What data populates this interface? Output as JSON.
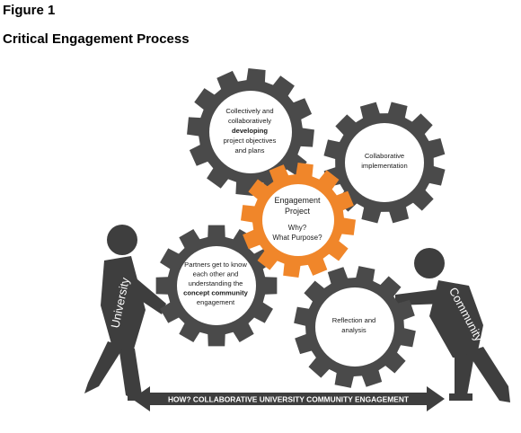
{
  "figure_label": "Figure 1",
  "figure_title": "Critical Engagement Process",
  "colors": {
    "gear": "#4a4a4a",
    "gear_center": "#f0862a",
    "figure": "#3e3e3e",
    "arrow": "#3e3e3e",
    "gear_face": "#ffffff"
  },
  "gears": {
    "top": {
      "line1": "Collectively and",
      "line2": "collaboratively",
      "line3": "developing",
      "line4": "project objectives",
      "line5": "and plans"
    },
    "top_right": {
      "line1": "Collaborative",
      "line2": "implementation"
    },
    "center": {
      "line1": "Engagement",
      "line2": "Project",
      "line3": "Why?",
      "line4": "What Purpose?"
    },
    "left": {
      "line1": "Partners get to know",
      "line2": "each other and",
      "line3": "understanding  the",
      "line4": "concept community",
      "line5": "engagement"
    },
    "bottom_right": {
      "line1": "Reflection and",
      "line2": "analysis"
    }
  },
  "figures": {
    "left_label": "University",
    "right_label": "Community"
  },
  "arrow_label": "HOW? COLLABORATIVE UNIVERSITY COMMUNITY ENGAGEMENT"
}
